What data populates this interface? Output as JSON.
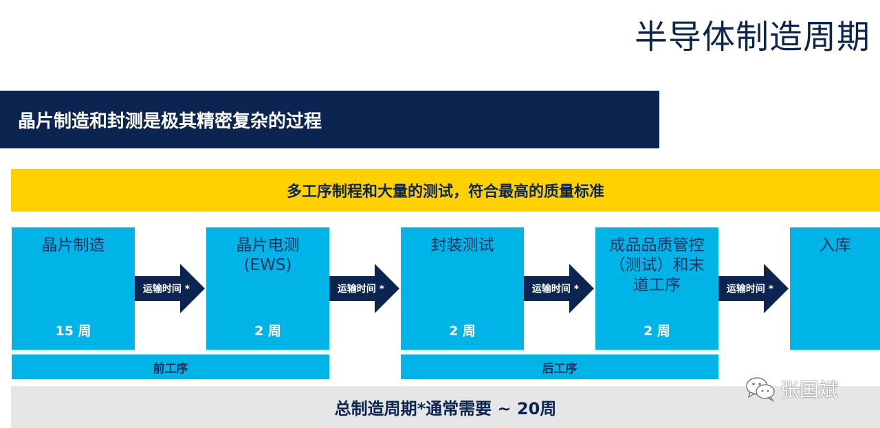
{
  "slide": {
    "title": "半导体制造周期",
    "banner": "晶片制造和封测是极其精密复杂的过程",
    "highlight": "多工序制程和大量的测试，符合最高的质量标准",
    "total": "总制造周期*通常需要 ~ 20周"
  },
  "steps": [
    {
      "name": "晶片制造",
      "duration": "15 周"
    },
    {
      "name": "晶片电测\n(EWS)",
      "duration": "2 周"
    },
    {
      "name": "封装测试",
      "duration": "2 周"
    },
    {
      "name": "成品品质管控\n（测试）和末\n道工序",
      "duration": "2 周"
    },
    {
      "name": "入库",
      "duration": ""
    }
  ],
  "transit_label": "运输时间 *",
  "phases": {
    "front": "前工序",
    "back": "后工序"
  },
  "watermark": {
    "text": "张国斌",
    "icon": "wechat-icon"
  },
  "colors": {
    "navy": "#0b2550",
    "yellow": "#ffd100",
    "cyan": "#00b4e8",
    "gray": "#e6e6e6"
  }
}
